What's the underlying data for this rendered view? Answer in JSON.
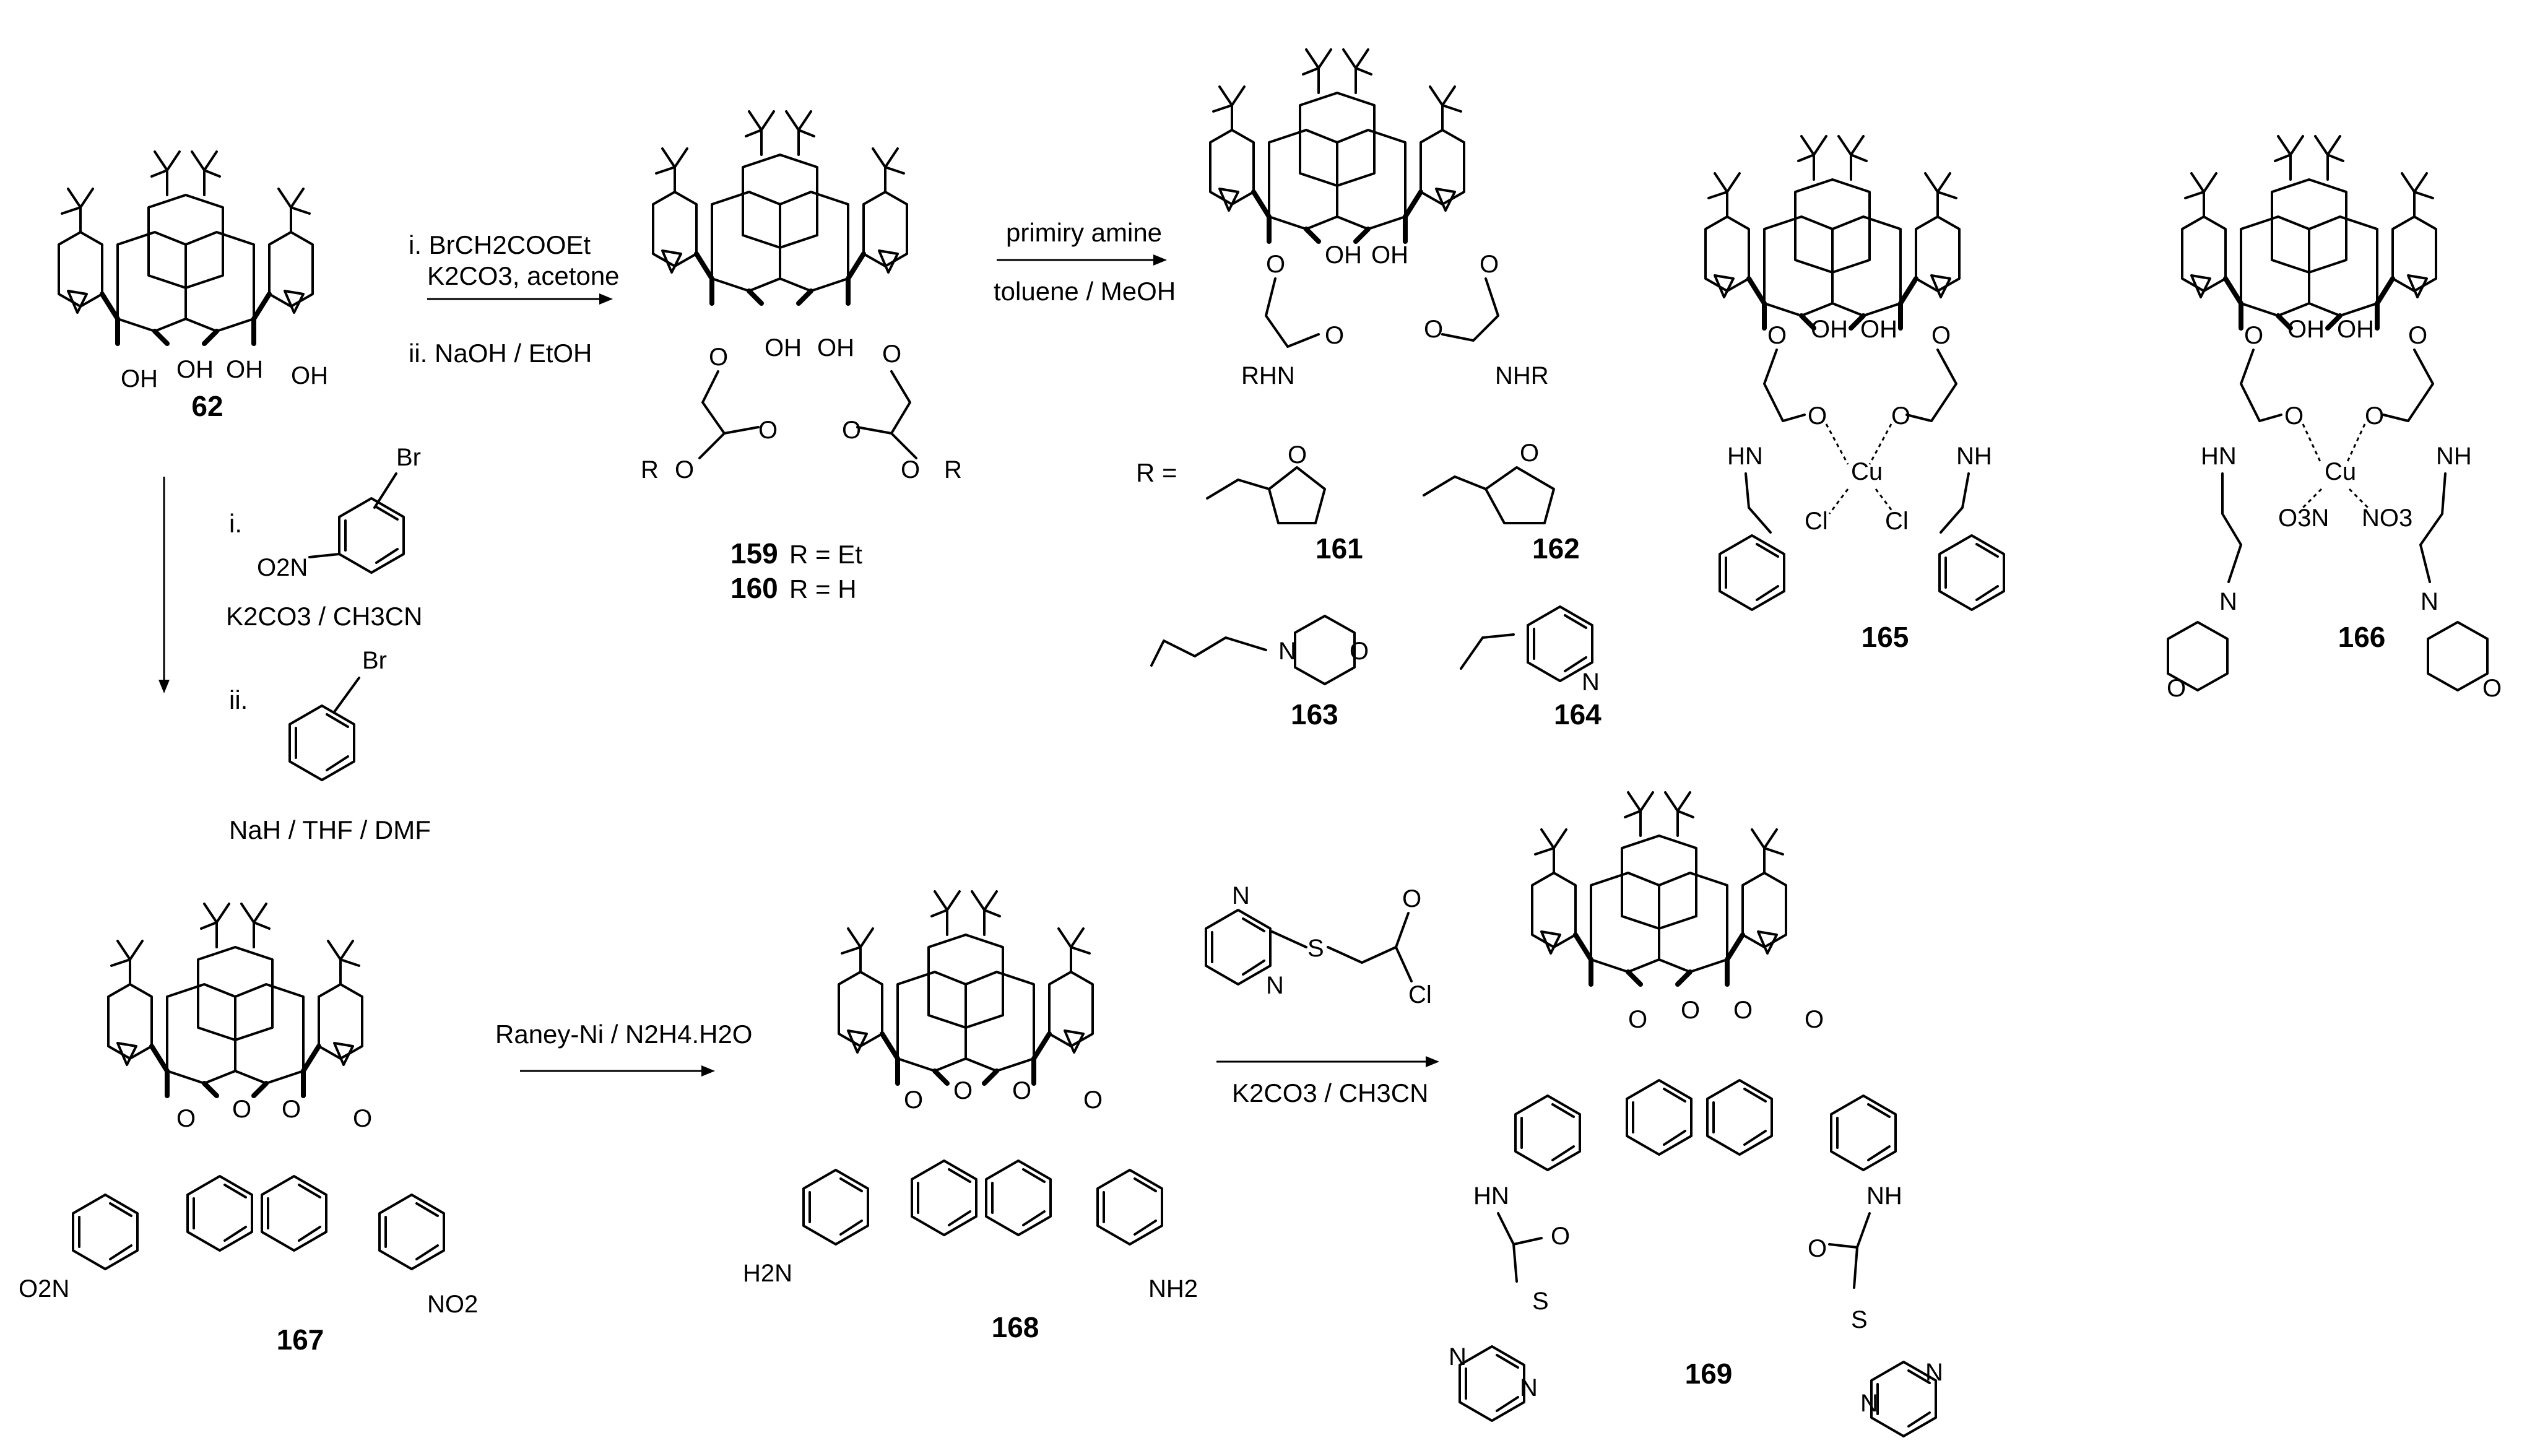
{
  "compounds": [
    {
      "id": "62",
      "label": "62"
    },
    {
      "id": "159",
      "label": "159",
      "r": "R = Et"
    },
    {
      "id": "160",
      "label": "160",
      "r": "R = H"
    },
    {
      "id": "161",
      "label": "161"
    },
    {
      "id": "162",
      "label": "162"
    },
    {
      "id": "163",
      "label": "163"
    },
    {
      "id": "164",
      "label": "164"
    },
    {
      "id": "165",
      "label": "165"
    },
    {
      "id": "166",
      "label": "166"
    },
    {
      "id": "167",
      "label": "167"
    },
    {
      "id": "168",
      "label": "168"
    },
    {
      "id": "169",
      "label": "169"
    }
  ],
  "reagents": {
    "step1_line1": "i. BrCH2COOEt",
    "step1_line2": "K2CO3, acetone",
    "step1_line3": "ii. NaOH / EtOH",
    "step2_line1": "primiry amine",
    "step2_line2": "toluene / MeOH",
    "step3_i": "i.",
    "step3_line1": "K2CO3 / CH3CN",
    "step3_ii": "ii.",
    "step3_line2": "NaH / THF / DMF",
    "step4": "Raney-Ni / N2H4.H2O",
    "step5": "K2CO3 / CH3CN"
  },
  "r_group_prefix": "R =",
  "atoms": {
    "oh": "OH",
    "o": "O",
    "rhn": "RHN",
    "nhr": "NHR",
    "hn": "HN",
    "nh": "NH",
    "r": "R",
    "n": "N",
    "br": "Br",
    "cl": "Cl",
    "cu": "Cu",
    "s": "S",
    "h2n": "H2N",
    "nh2": "NH2",
    "o2n": "O2N",
    "no2": "NO2",
    "o3n": "O3N",
    "no3": "NO3"
  }
}
